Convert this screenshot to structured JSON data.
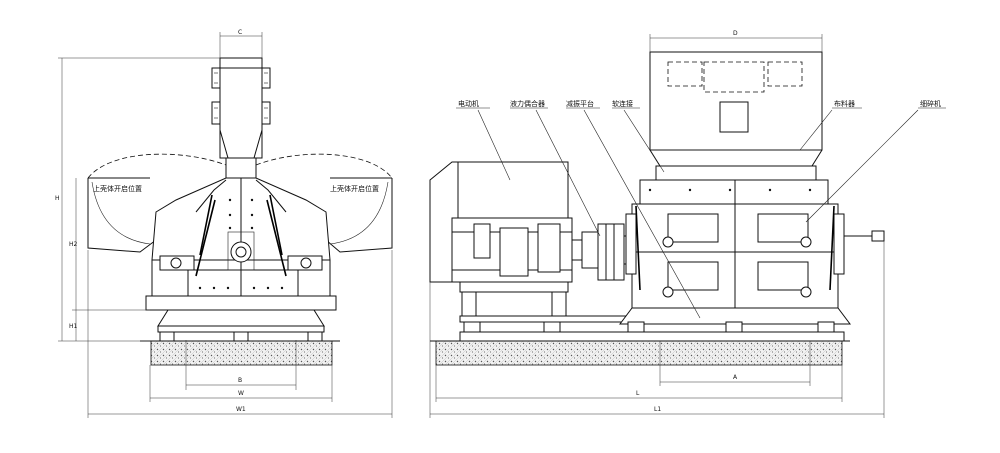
{
  "left_view": {
    "labels": {
      "upper_left": "上壳体开启位置",
      "upper_right": "上壳体开启位置"
    },
    "dims": {
      "c": "C",
      "b": "B",
      "w": "W",
      "w1": "W1",
      "h": "H",
      "h2": "H2",
      "h1": "H1"
    }
  },
  "right_view": {
    "labels": {
      "motor": "电动机",
      "coupling": "液力偶合器",
      "platform": "减振平台",
      "connector": "软连接",
      "distributor": "布料器",
      "crusher": "细碎机"
    },
    "dims": {
      "d": "D",
      "a": "A",
      "l": "L",
      "l1": "L1"
    }
  }
}
